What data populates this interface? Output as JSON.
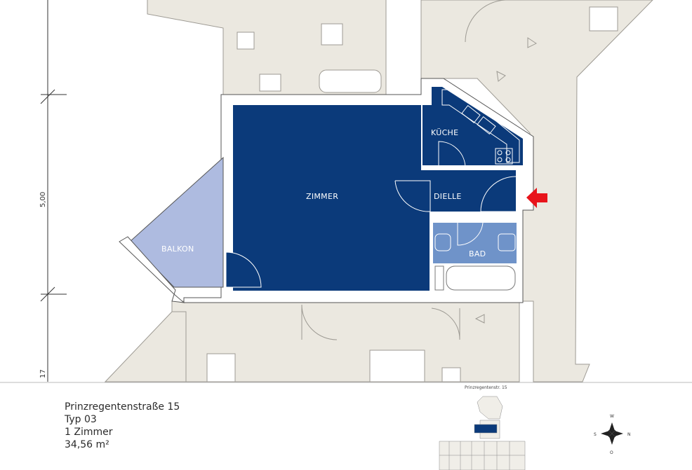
{
  "plan": {
    "rooms": {
      "zimmer": "ZIMMER",
      "kueche": "KÜCHE",
      "dielle": "DIELLE",
      "bad": "BAD",
      "balkon": "BALKON"
    },
    "dimensions": {
      "height_main": "5,00",
      "height_lower": "17"
    },
    "entrance_arrow_color": "#e8141b",
    "apartment_color": "#0b3a7a",
    "bath_color": "#6f93c9",
    "balcony_color": "#aebbe0",
    "neighbor_fill": "#ebe8e0"
  },
  "info": {
    "address": "Prinzregentenstraße 15",
    "type": "Typ 03",
    "rooms": "1 Zimmer",
    "area": "34,56 m²"
  },
  "mini_map": {
    "label": "Prinzregentenstr. 15"
  },
  "compass": {
    "north": "N",
    "south": "S",
    "west": "W",
    "east": "O"
  }
}
